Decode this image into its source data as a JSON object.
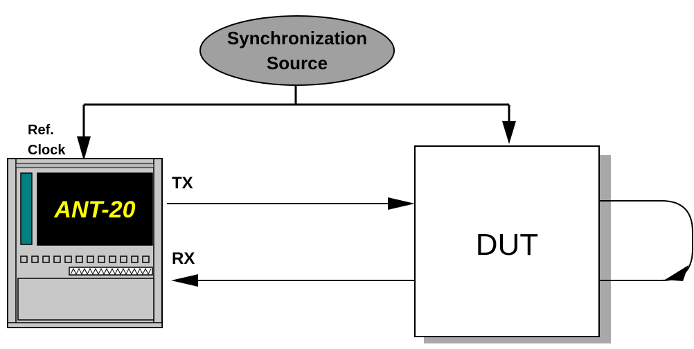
{
  "sync_source": {
    "line1": "Synchronization",
    "line2": "Source"
  },
  "ref_clock": {
    "line1": "Ref.",
    "line2": "Clock"
  },
  "instrument": {
    "name": "ANT-20"
  },
  "tx_label": "TX",
  "rx_label": "RX",
  "dut_label": "DUT",
  "colors": {
    "sync_fill": "#a0a0a0",
    "screen_bg": "#000000",
    "screen_text": "#ffff00",
    "bar_color": "#008080",
    "instrument_body": "#c8c8c8",
    "shadow": "#a8a8a8"
  }
}
